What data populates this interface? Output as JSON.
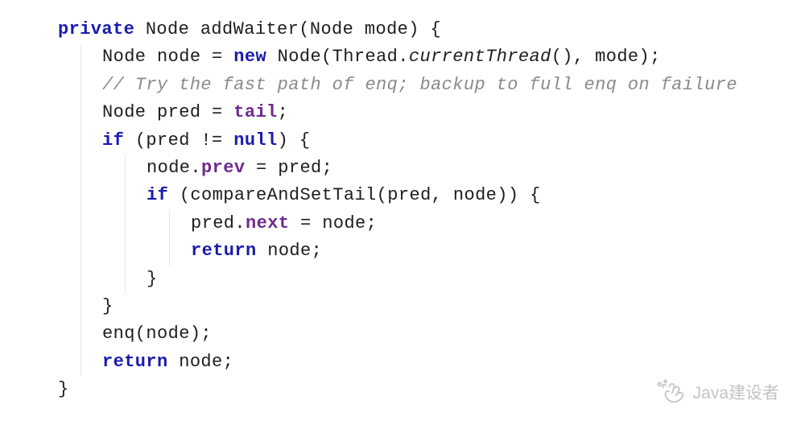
{
  "code": {
    "language": "java",
    "colors": {
      "keyword": "#1a1aaf",
      "field": "#6e2a8e",
      "comment": "#8a8a8a",
      "plain": "#1d1d1d",
      "guide": "#e6e6e6",
      "background": "#ffffff"
    },
    "lines": [
      {
        "indent": 0,
        "tokens": [
          {
            "t": "private",
            "s": "kw"
          },
          {
            "t": " Node addWaiter(Node mode) {",
            "s": "pl"
          }
        ]
      },
      {
        "indent": 1,
        "tokens": [
          {
            "t": "Node node = ",
            "s": "pl"
          },
          {
            "t": "new",
            "s": "kw"
          },
          {
            "t": " Node(Thread.",
            "s": "pl"
          },
          {
            "t": "currentThread",
            "s": "it"
          },
          {
            "t": "(), mode);",
            "s": "pl"
          }
        ]
      },
      {
        "indent": 1,
        "tokens": [
          {
            "t": "// Try the fast path of enq; backup to full enq on failure",
            "s": "cm"
          }
        ]
      },
      {
        "indent": 1,
        "tokens": [
          {
            "t": "Node pred = ",
            "s": "pl"
          },
          {
            "t": "tail",
            "s": "fd"
          },
          {
            "t": ";",
            "s": "pl"
          }
        ]
      },
      {
        "indent": 1,
        "tokens": [
          {
            "t": "if",
            "s": "kw"
          },
          {
            "t": " (pred != ",
            "s": "pl"
          },
          {
            "t": "null",
            "s": "kw"
          },
          {
            "t": ") {",
            "s": "pl"
          }
        ]
      },
      {
        "indent": 2,
        "tokens": [
          {
            "t": "node.",
            "s": "pl"
          },
          {
            "t": "prev",
            "s": "fd"
          },
          {
            "t": " = pred;",
            "s": "pl"
          }
        ]
      },
      {
        "indent": 2,
        "tokens": [
          {
            "t": "if",
            "s": "kw"
          },
          {
            "t": " (compareAndSetTail(pred, node)) {",
            "s": "pl"
          }
        ]
      },
      {
        "indent": 3,
        "tokens": [
          {
            "t": "pred.",
            "s": "pl"
          },
          {
            "t": "next",
            "s": "fd"
          },
          {
            "t": " = node;",
            "s": "pl"
          }
        ]
      },
      {
        "indent": 3,
        "tokens": [
          {
            "t": "return",
            "s": "kw"
          },
          {
            "t": " node;",
            "s": "pl"
          }
        ]
      },
      {
        "indent": 2,
        "tokens": [
          {
            "t": "}",
            "s": "pl"
          }
        ]
      },
      {
        "indent": 1,
        "tokens": [
          {
            "t": "}",
            "s": "pl"
          }
        ]
      },
      {
        "indent": 1,
        "tokens": [
          {
            "t": "enq(node);",
            "s": "pl"
          }
        ]
      },
      {
        "indent": 1,
        "tokens": [
          {
            "t": "return",
            "s": "kw"
          },
          {
            "t": " node;",
            "s": "pl"
          }
        ]
      },
      {
        "indent": 0,
        "tokens": [
          {
            "t": "}",
            "s": "pl"
          }
        ]
      }
    ]
  },
  "watermark": {
    "label": "Java建设者",
    "color": "#c4c4c4"
  }
}
